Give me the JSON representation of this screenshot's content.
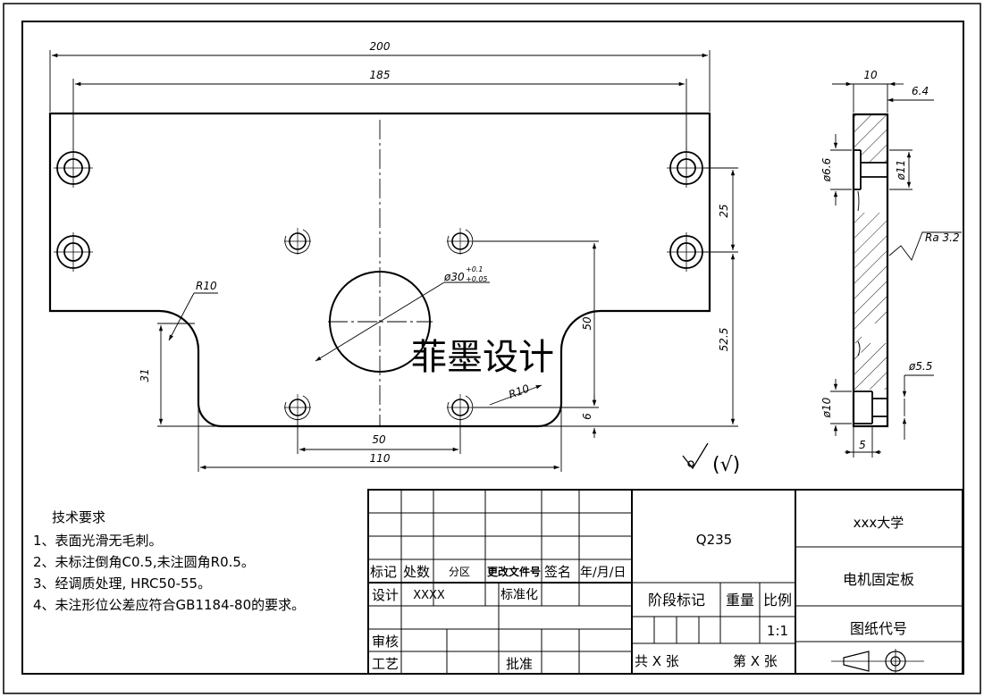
{
  "watermark": "菲墨设计",
  "dimensions": {
    "d200": "200",
    "d185": "185",
    "d10": "10",
    "d6_4": "6.4",
    "d25": "25",
    "d52_5": "52.5",
    "d50v": "50",
    "d31": "31",
    "d6": "6",
    "d50h": "50",
    "d110": "110",
    "r10_left": "R10",
    "r10_right": "R10",
    "hole_main": "ø30",
    "tol_upper": "+0.1",
    "tol_lower": "+0.05",
    "phi6_6": "ø6.6",
    "phi11": "ø11",
    "phi5_5": "ø5.5",
    "phi10": "ø10",
    "d5": "5",
    "roughness": "Ra 3.2",
    "roughness_rest": "(√)"
  },
  "notes": {
    "title": "技术要求",
    "items": [
      "1、表面光滑无毛刺。",
      "2、未标注倒角C0.5,未注圆角R0.5。",
      "3、经调质处理, HRC50-55。",
      "4、未注形位公差应符合GB1184-80的要求。"
    ]
  },
  "title_block": {
    "mark": "标记",
    "count": "处数",
    "zone": "分区",
    "change_doc": "更改文件号",
    "sign": "签名",
    "date": "年/月/日",
    "design": "设计",
    "designer": "XXXX",
    "standardize": "标准化",
    "review": "审核",
    "process": "工艺",
    "approve": "批准",
    "material": "Q235",
    "stage_mark": "阶段标记",
    "weight": "重量",
    "scale_label": "比例",
    "scale_value": "1:1",
    "sheets_total": "共 X 张",
    "sheet_no": "第 X 张",
    "org": "xxx大学",
    "part_name": "电机固定板",
    "drawing_no": "图纸代号"
  }
}
